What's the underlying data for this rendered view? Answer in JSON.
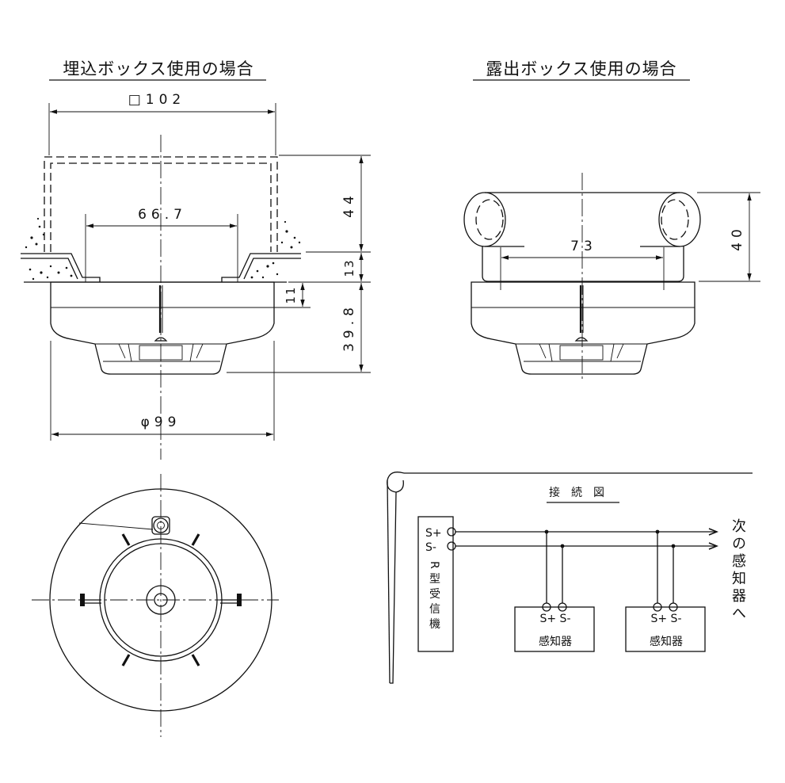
{
  "flush_view": {
    "title": "埋込ボックス使用の場合",
    "dim_box": "□102",
    "dim_inner": "66.7",
    "dim_44": "44",
    "dim_13": "13",
    "dim_11": "11",
    "dim_398": "39.8",
    "dim_dia": "φ99"
  },
  "exposed_view": {
    "title": "露出ボックス使用の場合",
    "dim_73": "73",
    "dim_40": "40"
  },
  "wiring": {
    "title": "接続図",
    "receiver_label": "R型受信機",
    "terminal_plus": "S+",
    "terminal_minus": "S-",
    "detectors": [
      {
        "terminals": "S+ S-",
        "label": "感知器"
      },
      {
        "terminals": "S+ S-",
        "label": "感知器"
      }
    ],
    "next": "次の感知器へ"
  }
}
